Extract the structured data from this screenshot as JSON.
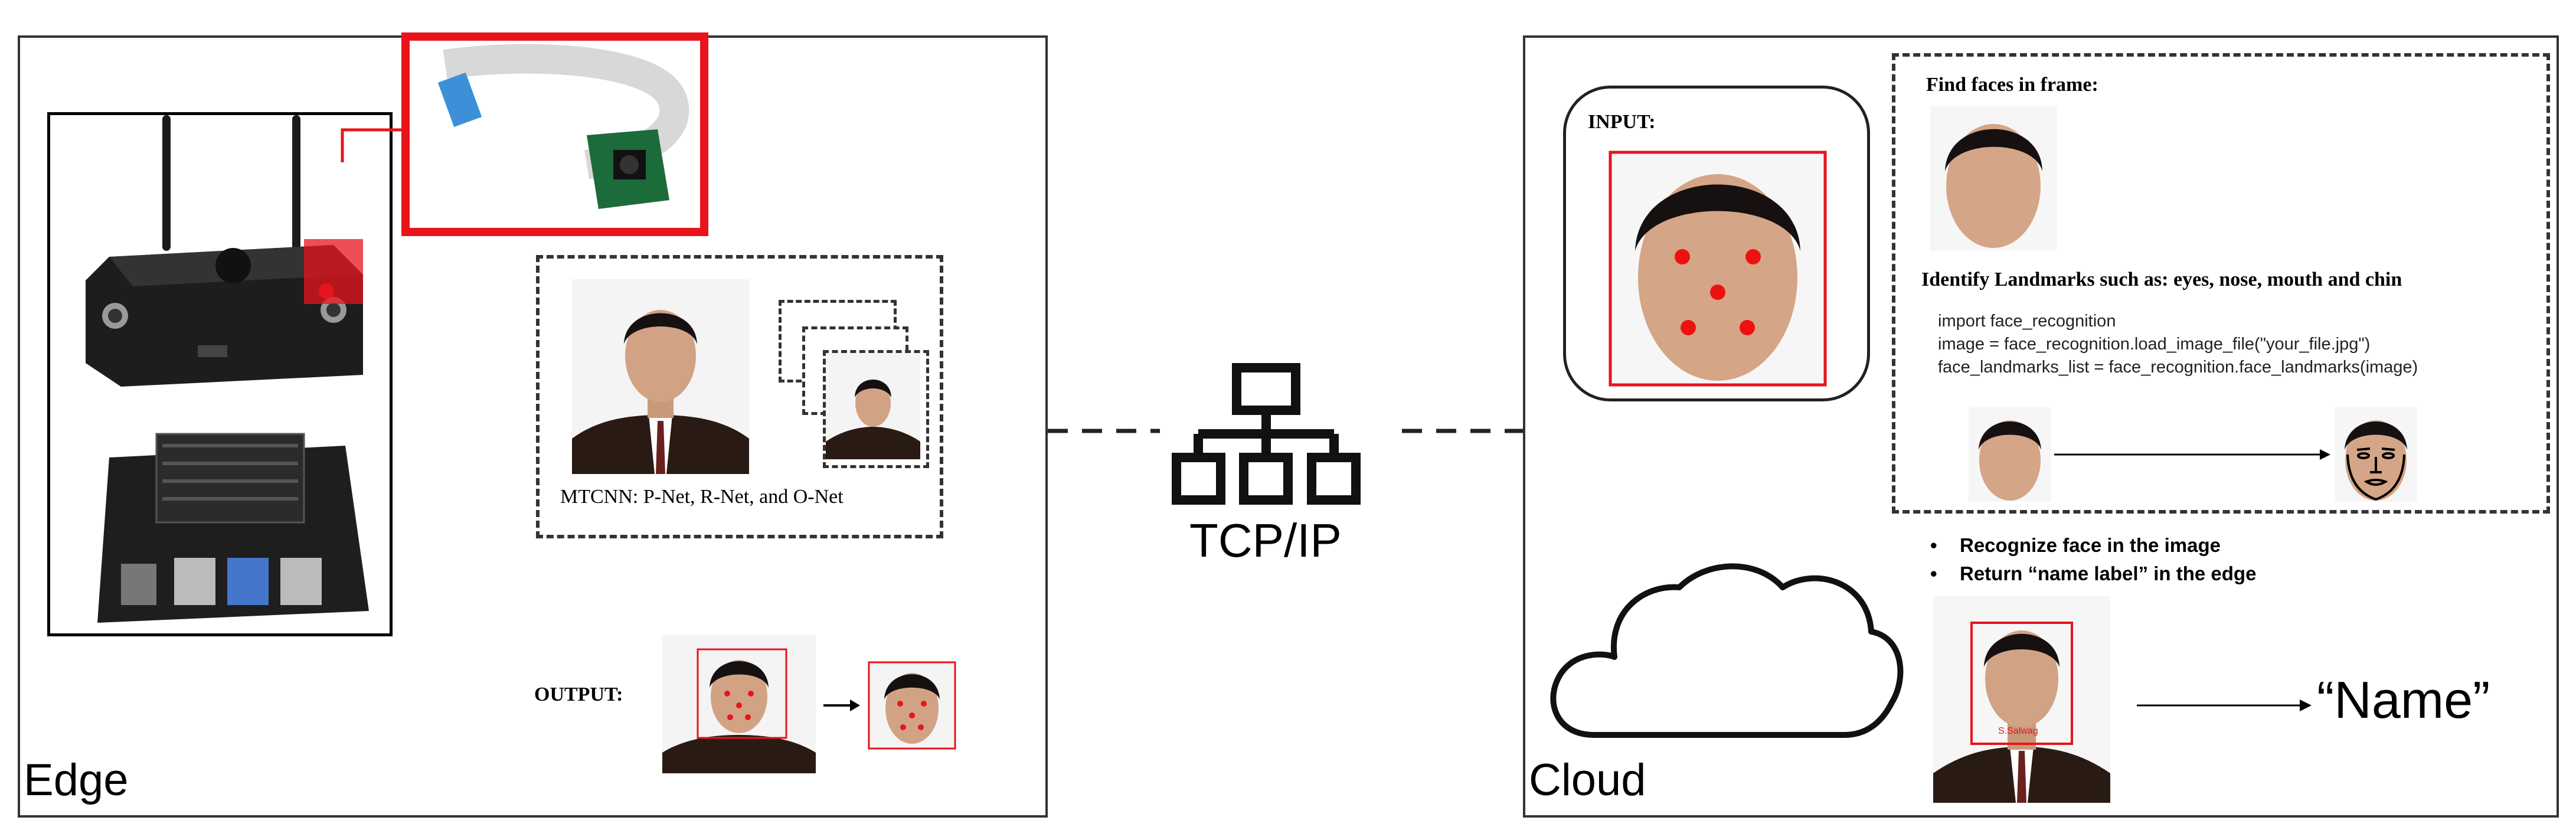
{
  "edge": {
    "label": "Edge",
    "mtcnn_caption": "MTCNN: P-Net, R-Net, and O-Net",
    "output_label": "OUTPUT:"
  },
  "network": {
    "label": "TCP/IP",
    "icon": "network-topology-icon"
  },
  "cloud": {
    "label": "Cloud",
    "input_label": "INPUT:",
    "find_faces": "Find faces in frame:",
    "identify_landmarks": "Identify Landmarks such as: eyes, nose, mouth and chin",
    "code_lines": [
      "import face_recognition",
      "image = face_recognition.load_image_file(\"your_file.jpg\")",
      "face_landmarks_list = face_recognition.face_landmarks(image)"
    ],
    "bullets": [
      "Recognize face in the image",
      "Return “name label” in the edge"
    ],
    "result_label": "“Name”",
    "box_tag": "S.Salwag"
  },
  "colors": {
    "highlight_red": "#e8141c",
    "landmark_red": "#ee1111",
    "frame": "#333333"
  }
}
